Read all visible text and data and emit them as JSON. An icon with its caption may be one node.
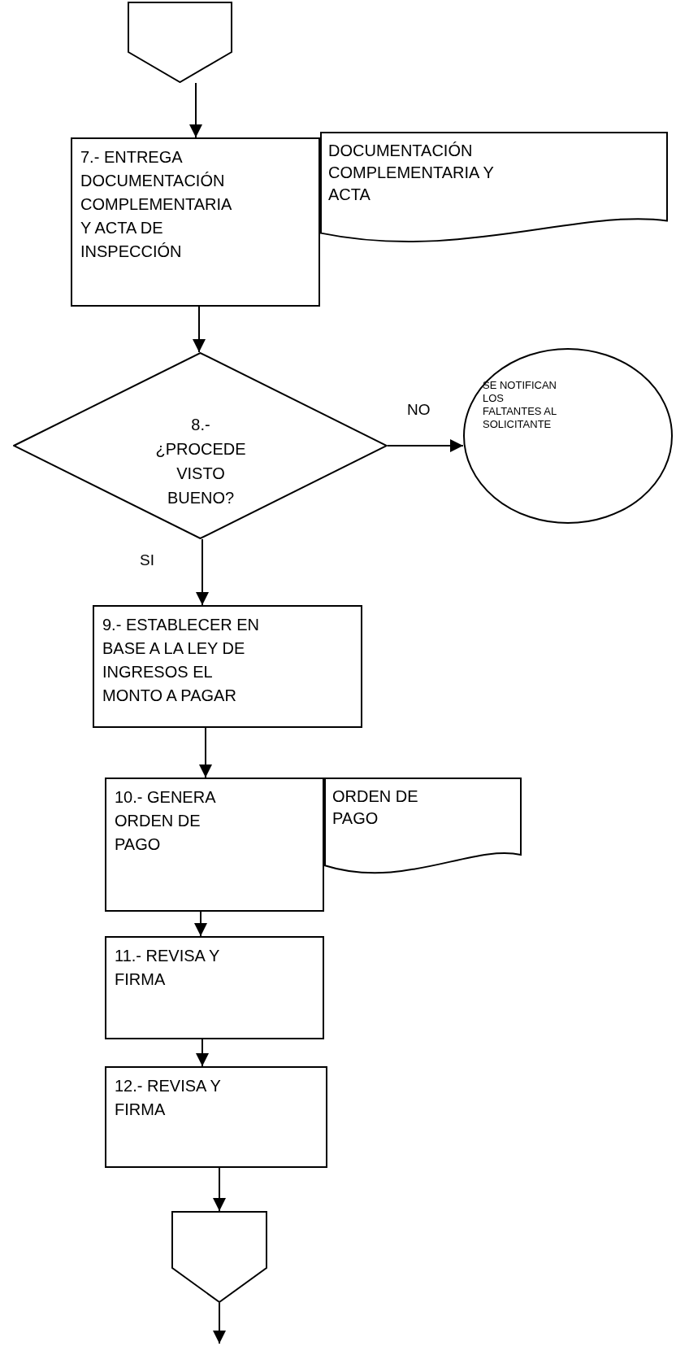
{
  "diagram": {
    "nodes": [
      {
        "text": [],
        "shape": "pentagon"
      },
      {
        "text": [
          "7.- ENTREGA DOCUMENTACIÓN COMPLEMENTARIA Y ACTA DE INSPECCIÓN"
        ]
      },
      {
        "text": [
          "DOCUMENTACIÓN COMPLEMENTARIA Y ACTA"
        ]
      },
      {
        "text": [
          "8.- ¿PROCEDE VISTO BUENO?"
        ]
      },
      {
        "text": [
          "SE NOTIFICAN LOS FALTANTES AL SOLICITANTE"
        ]
      },
      {
        "text": [
          "9.- ESTABLECER EN BASE A LA LEY DE INGRESOS EL MONTO A PAGAR"
        ]
      },
      {
        "text": [
          "10.- GENERA ORDEN DE PAGO"
        ]
      },
      {
        "text": [
          "ORDEN DE PAGO"
        ]
      },
      {
        "text": [
          "11.- REVISA Y FIRMA"
        ]
      },
      {
        "text": [
          "12.- REVISA Y FIRMA"
        ]
      },
      {
        "text": [],
        "shape": "pentagon"
      }
    ],
    "edges": [
      {
        "from": 0,
        "to": 1,
        "arrow": "to"
      },
      {
        "from": 1,
        "to": 3,
        "arrow": "to"
      },
      {
        "from": 3,
        "to": 4,
        "arrow": "to",
        "label": "NO"
      },
      {
        "from": 3,
        "to": 5,
        "arrow": "to",
        "label": "SI"
      },
      {
        "from": 5,
        "to": 6,
        "arrow": "to"
      },
      {
        "from": 6,
        "to": 8,
        "arrow": "to"
      },
      {
        "from": 8,
        "to": 9,
        "arrow": "to"
      },
      {
        "from": 9,
        "to": 10,
        "arrow": "to"
      },
      {
        "from": 10,
        "to": null,
        "arrow": "to"
      }
    ]
  }
}
